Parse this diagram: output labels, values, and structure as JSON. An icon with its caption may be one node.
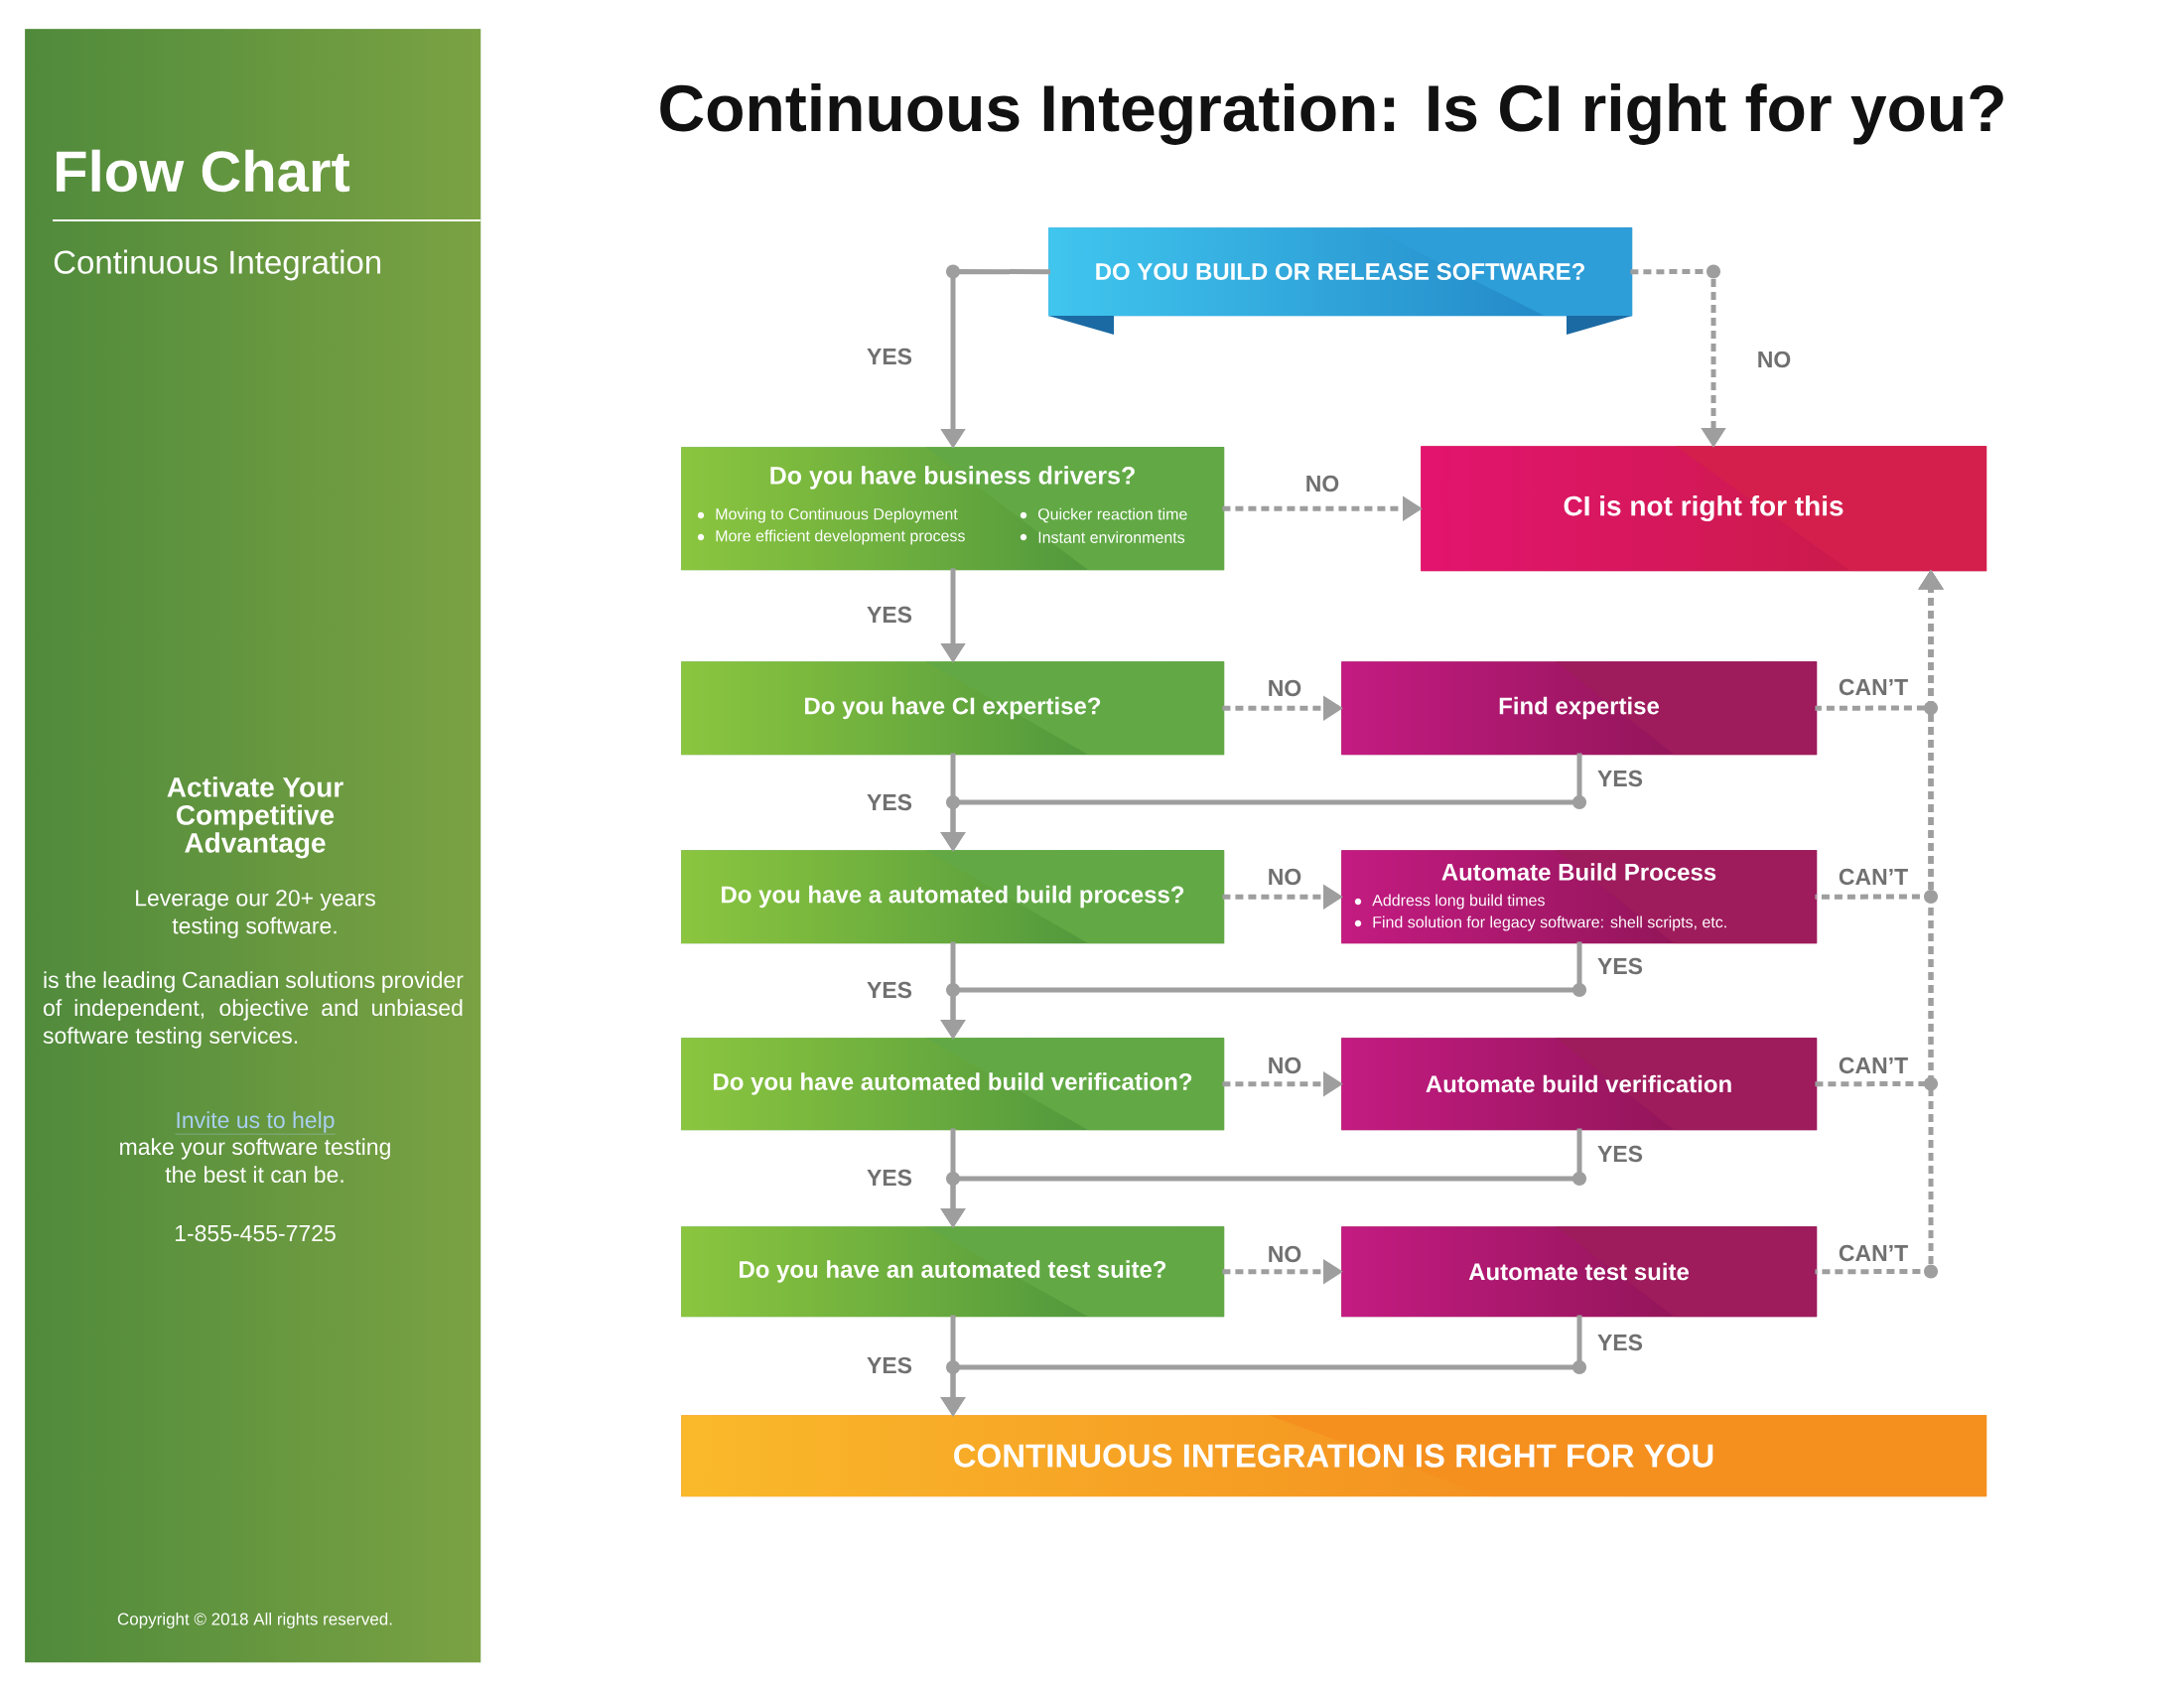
{
  "diagram": {
    "title": "Continuous Integration: Is CI right for you?",
    "nodes": [
      {
        "text": [
          "Flow Chart",
          "Continuous Integration",
          "Activate Your Competitive Advantage",
          "Leverage our 20+ years testing software.",
          "is the leading Canadian solutions provider of independent, objective and unbiased software testing services.",
          "Invite us to help",
          "make your software testing the best it can be.",
          "1-855-455-7725",
          "Copyright © 2018 All rights reserved."
        ]
      },
      {
        "text": [
          "DO YOU BUILD OR RELEASE SOFTWARE?"
        ]
      },
      {
        "text": [
          "Do you have business drivers?",
          "Moving to Continuous Deployment",
          "More efficient development process",
          "Quicker reaction time",
          "Instant environments"
        ]
      },
      {
        "text": [
          "CI is not right for this"
        ]
      },
      {
        "text": [
          "Do you have CI expertise?"
        ]
      },
      {
        "text": [
          "Find expertise"
        ]
      },
      {
        "text": [
          "Do you have a automated build process?"
        ]
      },
      {
        "text": [
          "Automate Build Process",
          "Address long build times",
          "Find solution for legacy software: shell scripts, etc."
        ]
      },
      {
        "text": [
          "Do you have automated build verification?"
        ]
      },
      {
        "text": [
          "Automate build verification"
        ]
      },
      {
        "text": [
          "Do you have an automated test suite?"
        ]
      },
      {
        "text": [
          "Automate test suite"
        ]
      },
      {
        "text": [
          "CONTINUOUS INTEGRATION IS RIGHT FOR YOU"
        ]
      }
    ],
    "edges": [
      {
        "from": 1,
        "to": 2,
        "arrow": "to",
        "label": "YES"
      },
      {
        "from": 1,
        "to": 3,
        "arrow": "to",
        "label": "NO",
        "style": "dashed"
      },
      {
        "from": 2,
        "to": 3,
        "arrow": "to",
        "label": "NO",
        "style": "dashed"
      },
      {
        "from": 2,
        "to": 4,
        "arrow": "to",
        "label": "YES"
      },
      {
        "from": 4,
        "to": 5,
        "arrow": "to",
        "label": "NO",
        "style": "dashed"
      },
      {
        "from": 4,
        "to": 6,
        "arrow": "to",
        "label": "YES"
      },
      {
        "from": 5,
        "to": 6,
        "arrow": "to",
        "label": "YES"
      },
      {
        "from": 5,
        "to": 3,
        "arrow": "to",
        "label": "CAN’T",
        "style": "dashed"
      },
      {
        "from": 6,
        "to": 7,
        "arrow": "to",
        "label": "NO",
        "style": "dashed"
      },
      {
        "from": 6,
        "to": 8,
        "arrow": "to",
        "label": "YES"
      },
      {
        "from": 7,
        "to": 8,
        "arrow": "to",
        "label": "YES"
      },
      {
        "from": 7,
        "to": 3,
        "arrow": "to",
        "label": "CAN’T",
        "style": "dashed"
      },
      {
        "from": 8,
        "to": 9,
        "arrow": "to",
        "label": "NO",
        "style": "dashed"
      },
      {
        "from": 8,
        "to": 10,
        "arrow": "to",
        "label": "YES"
      },
      {
        "from": 9,
        "to": 10,
        "arrow": "to",
        "label": "YES"
      },
      {
        "from": 9,
        "to": 3,
        "arrow": "to",
        "label": "CAN’T",
        "style": "dashed"
      },
      {
        "from": 10,
        "to": 11,
        "arrow": "to",
        "label": "NO",
        "style": "dashed"
      },
      {
        "from": 10,
        "to": 12,
        "arrow": "to",
        "label": "YES"
      },
      {
        "from": 11,
        "to": 12,
        "arrow": "to",
        "label": "YES"
      },
      {
        "from": 11,
        "to": 3,
        "arrow": "to",
        "label": "CAN’T",
        "style": "dashed"
      }
    ]
  }
}
